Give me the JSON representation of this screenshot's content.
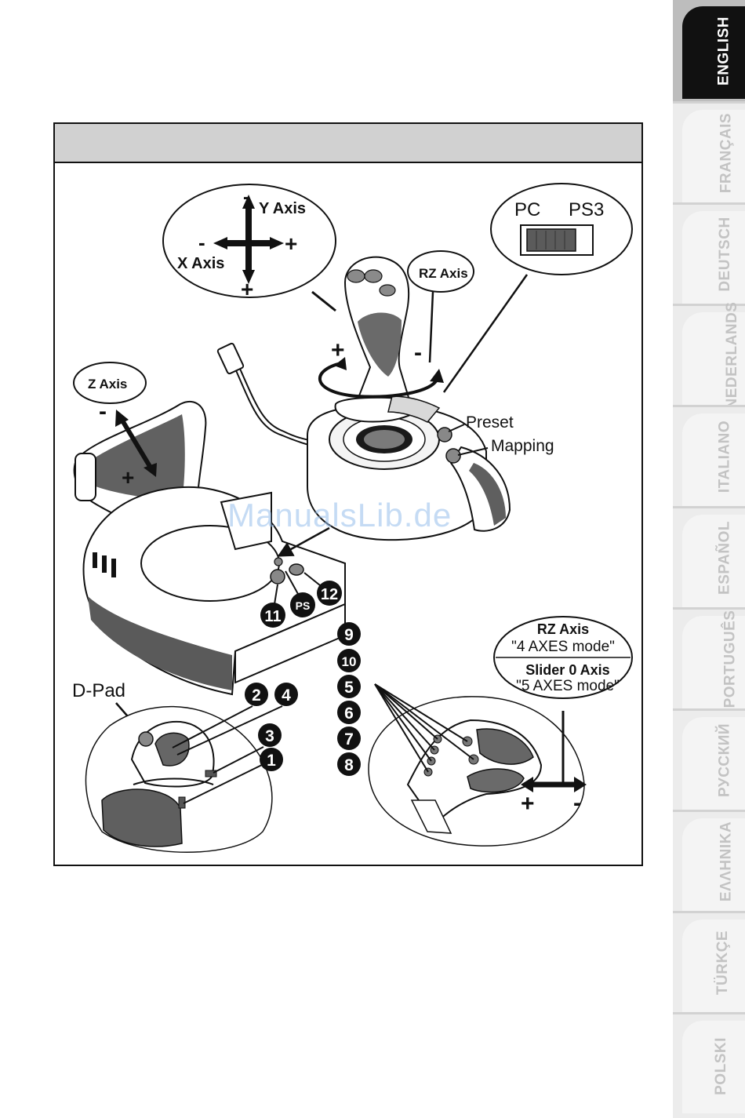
{
  "language_tabs": [
    {
      "label": "ENGLISH",
      "active": true
    },
    {
      "label": "FRANÇAIS",
      "active": false
    },
    {
      "label": "DEUTSCH",
      "active": false
    },
    {
      "label": "NEDERLANDS",
      "active": false
    },
    {
      "label": "ITALIANO",
      "active": false
    },
    {
      "label": "ESPAÑOL",
      "active": false
    },
    {
      "label": "PORTUGUÊS",
      "active": false
    },
    {
      "label": "РУССКИЙ",
      "active": false
    },
    {
      "label": "ΕΛΛΗΝΙΚΑ",
      "active": false
    },
    {
      "label": "TÜRKÇE",
      "active": false
    },
    {
      "label": "POLSKI",
      "active": false
    }
  ],
  "diagram": {
    "xy_axes": {
      "y_label": "Y Axis",
      "x_label": "X Axis",
      "minus": "-",
      "plus": "+"
    },
    "rz_axis_label": "RZ Axis",
    "rotation_plus": "+",
    "rotation_minus": "-",
    "mode_switch": {
      "left": "PC",
      "right": "PS3"
    },
    "z_axis": {
      "label": "Z Axis",
      "minus": "-",
      "plus": "+"
    },
    "preset_label": "Preset",
    "mapping_label": "Mapping",
    "base_buttons": {
      "b11": "11",
      "ps": "PS",
      "b12": "12"
    },
    "dpad_label": "D-Pad",
    "top_buttons": [
      "2",
      "4",
      "3",
      "1"
    ],
    "side_buttons": [
      "9",
      "10",
      "5",
      "6",
      "7",
      "8"
    ],
    "rocker": {
      "rz_title": "RZ Axis",
      "rz_mode": "\"4 AXES mode\"",
      "slider_title": "Slider 0 Axis",
      "slider_mode": "\"5 AXES mode\"",
      "plus": "+",
      "minus": "-"
    }
  },
  "watermark": "ManualsLib.de",
  "colors": {
    "active_tab": "#111111",
    "inactive_tab_text": "#c3c3c3",
    "header_band": "#d1d1d1"
  }
}
